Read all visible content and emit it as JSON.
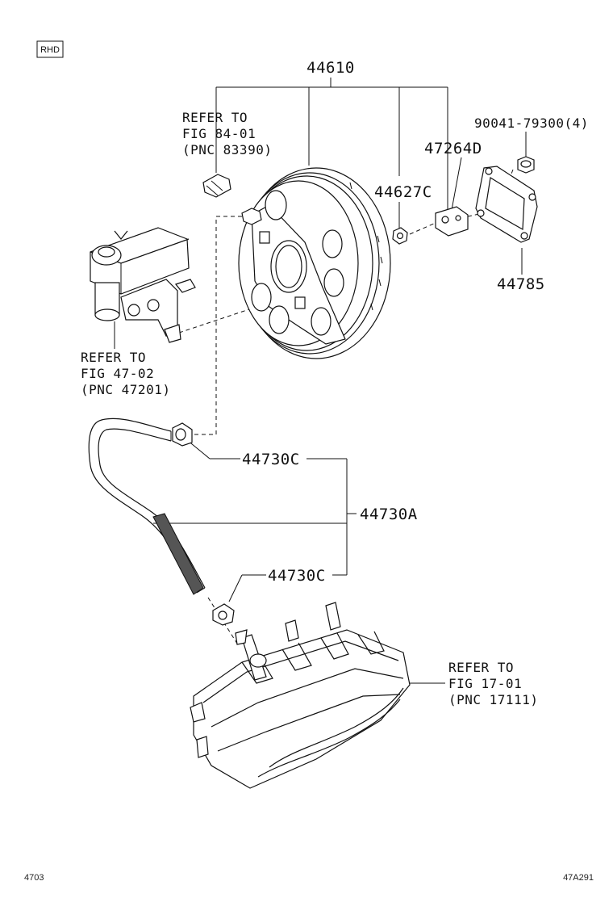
{
  "badge": {
    "text": "RHD"
  },
  "footer": {
    "left_code": "4703",
    "right_code": "47A291"
  },
  "parts": {
    "booster": "44610",
    "cap_nut": "90041-79300(4)",
    "bracket": "47264D",
    "nut": "44627C",
    "gasket": "44785",
    "hose_assy": "44730A",
    "clip_upper": "44730C",
    "clip_lower": "44730C"
  },
  "refs": {
    "switch": {
      "line1": "REFER TO",
      "line2": "FIG 84-01",
      "line3": "(PNC 83390)"
    },
    "master_cylinder": {
      "line1": "REFER TO",
      "line2": "FIG 47-02",
      "line3": "(PNC 47201)"
    },
    "manifold": {
      "line1": "REFER TO",
      "line2": "FIG 17-01",
      "line3": "(PNC 17111)"
    }
  }
}
